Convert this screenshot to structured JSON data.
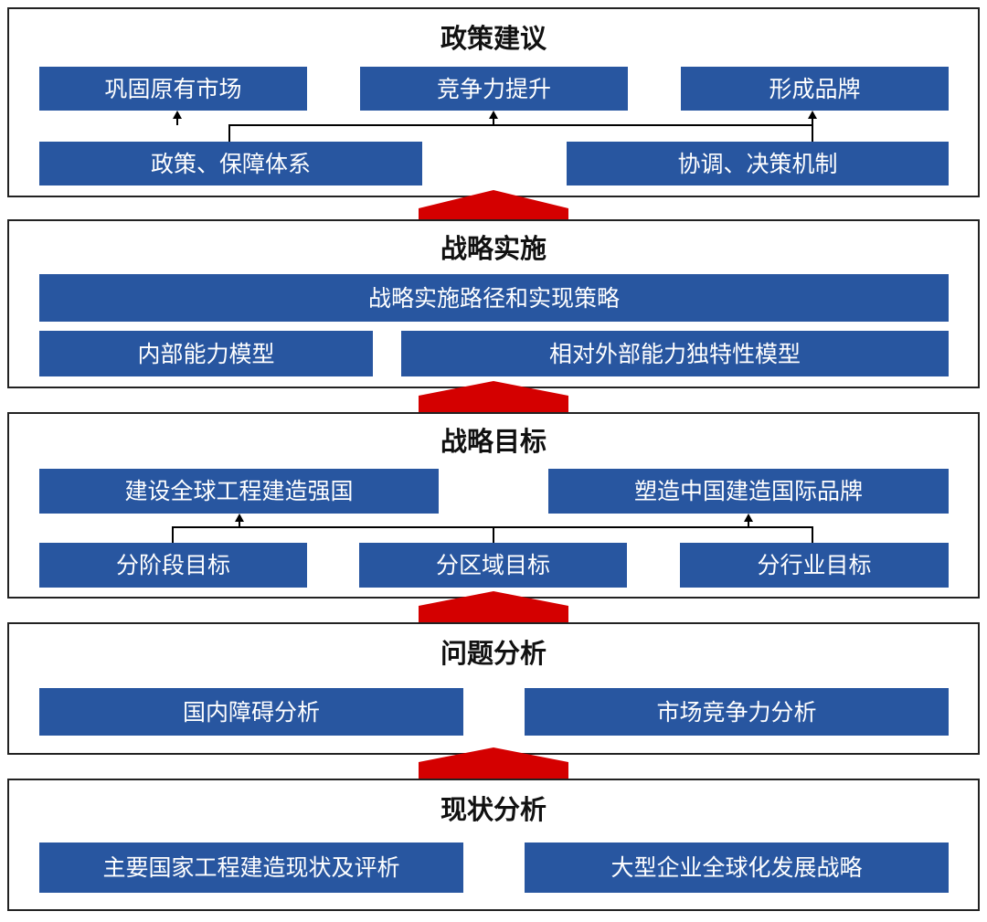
{
  "colors": {
    "box": "#2856a0",
    "arrow": "#d40000",
    "border": "#222222",
    "line": "#000000"
  },
  "sections": [
    {
      "title": "政策建议",
      "boxes": [
        "巩固原有市场",
        "竞争力提升",
        "形成品牌",
        "政策、保障体系",
        "协调、决策机制"
      ]
    },
    {
      "title": "战略实施",
      "boxes": [
        "战略实施路径和实现策略",
        "内部能力模型",
        "相对外部能力独特性模型"
      ]
    },
    {
      "title": "战略目标",
      "boxes": [
        "建设全球工程建造强国",
        "塑造中国建造国际品牌",
        "分阶段目标",
        "分区域目标",
        "分行业目标"
      ]
    },
    {
      "title": "问题分析",
      "boxes": [
        "国内障碍分析",
        "市场竞争力分析"
      ]
    },
    {
      "title": "现状分析",
      "boxes": [
        "主要国家工程建造现状及评析",
        "大型企业全球化发展战略"
      ]
    }
  ]
}
